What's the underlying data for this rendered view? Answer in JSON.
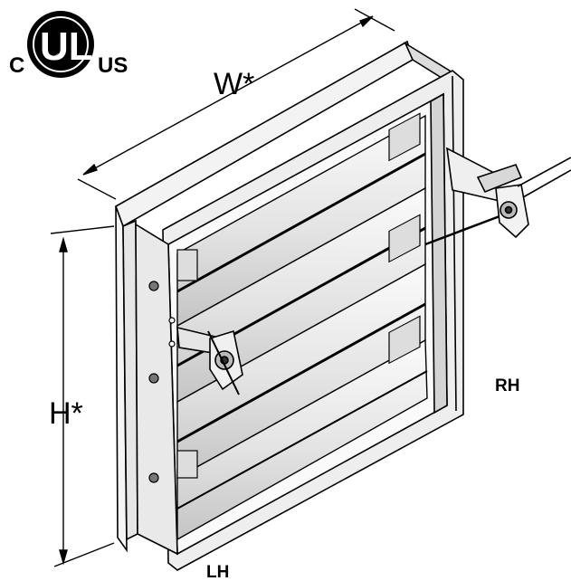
{
  "certification": {
    "prefix": "C",
    "mark": "UL",
    "registered": "®",
    "suffix": "US"
  },
  "dimensions": {
    "width_label": "W*",
    "height_label": "H*"
  },
  "sides": {
    "right_label": "RH",
    "left_label": "LH"
  },
  "colors": {
    "line": "#000000",
    "frame_light": "#f2f2f2",
    "frame_mid": "#d9d9d9",
    "frame_dark": "#9a9a9a",
    "background": "#ffffff"
  }
}
